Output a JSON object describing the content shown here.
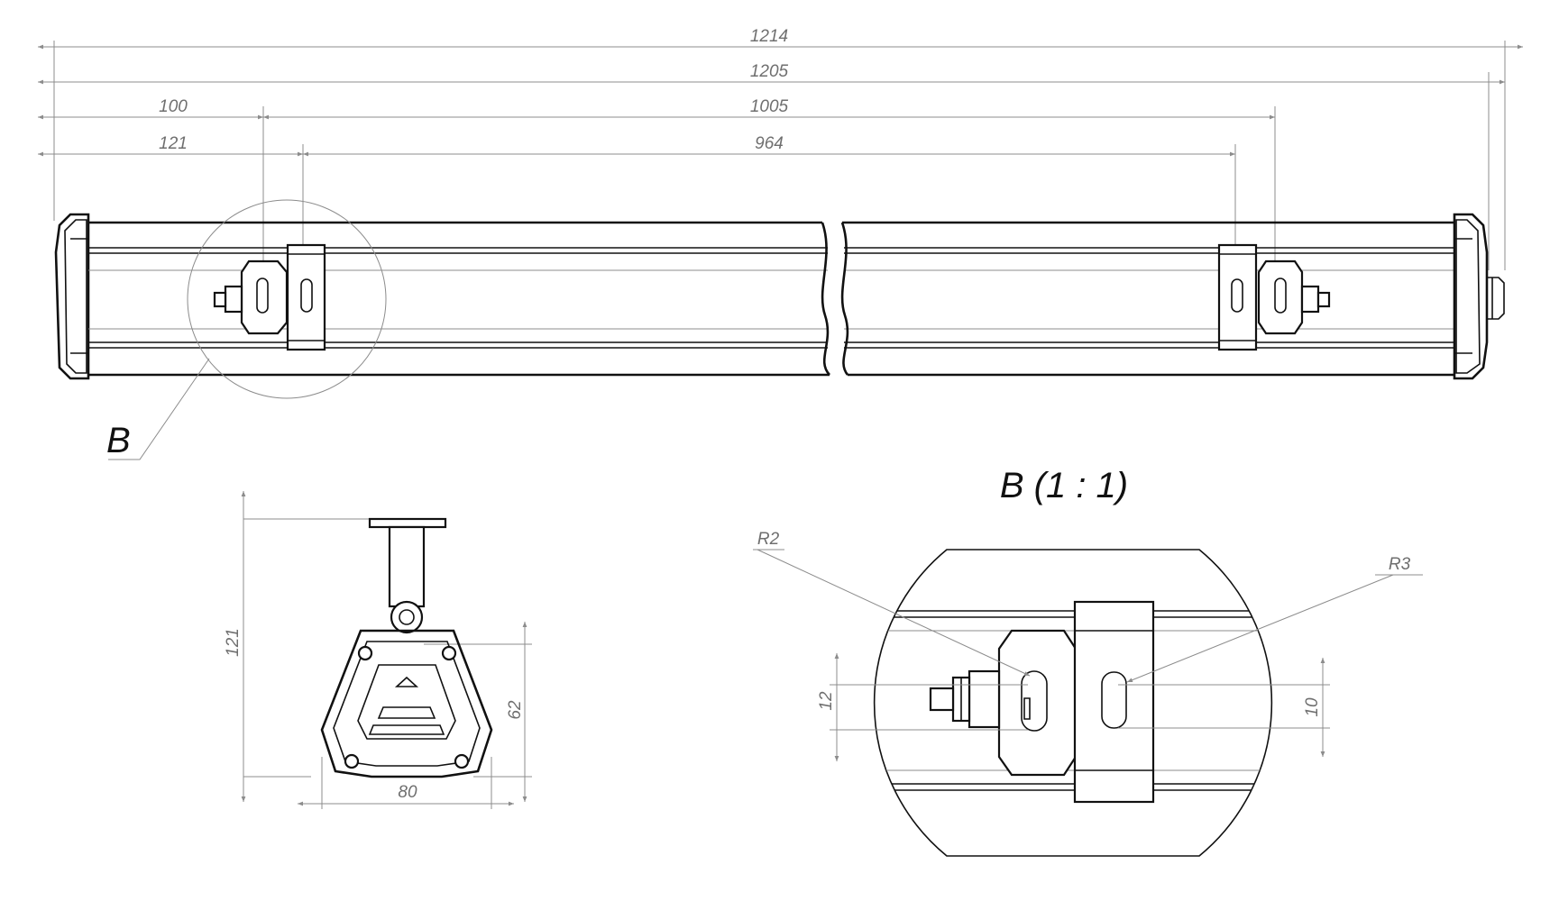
{
  "dimensions": {
    "total_length": "1214",
    "body_length": "1205",
    "mount_offset_a": "100",
    "mount_span_a": "1005",
    "mount_offset_b": "121",
    "mount_span_b": "964",
    "section_height": "121",
    "profile_height": "62",
    "profile_width": "80",
    "slot_height_left": "12",
    "slot_height_right": "10",
    "radius_small": "R2",
    "radius_large": "R3"
  },
  "labels": {
    "detail_marker": "B",
    "detail_title": "B (1 : 1)"
  },
  "colors": {
    "outline": "#111111",
    "dimension": "#8c8c8c",
    "dimension_text": "#6f6f6f"
  }
}
